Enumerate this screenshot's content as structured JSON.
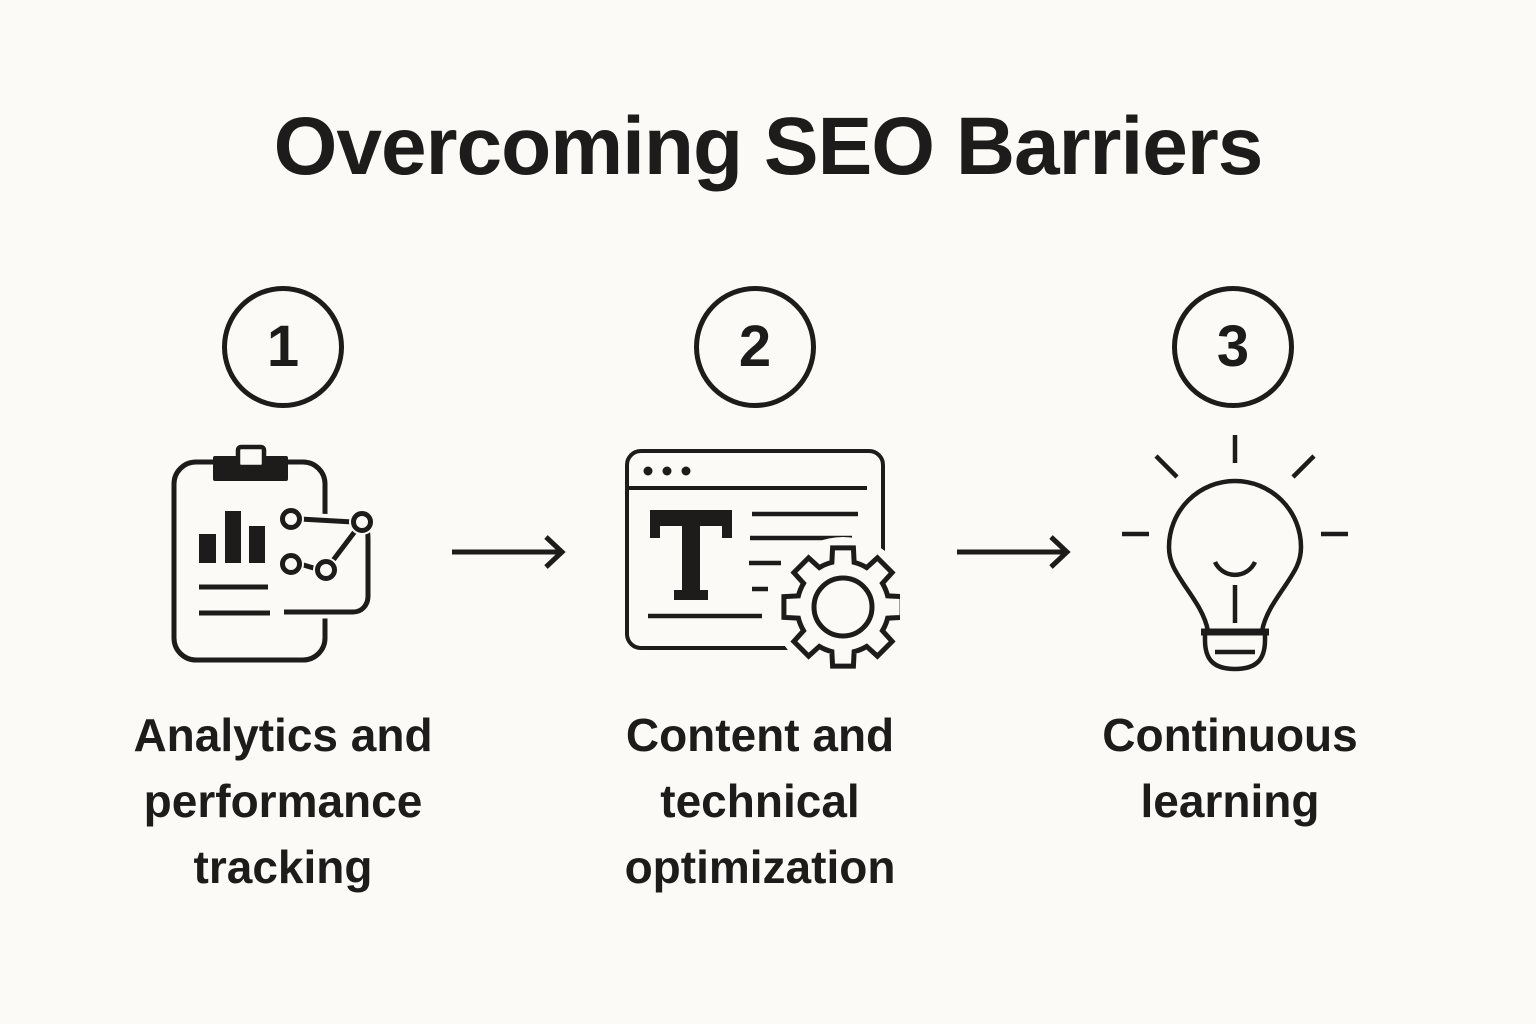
{
  "title": "Overcoming SEO Barriers",
  "colors": {
    "background": "#fbfaf6",
    "ink": "#1d1c1a"
  },
  "steps": [
    {
      "number": "1",
      "icon": "clipboard-analytics-icon",
      "label": "Analytics and\nperformance\ntracking"
    },
    {
      "number": "2",
      "icon": "browser-content-gear-icon",
      "label": "Content and\ntechnical\noptimization"
    },
    {
      "number": "3",
      "icon": "lightbulb-icon",
      "label": "Continuous\nlearning"
    }
  ],
  "arrows": [
    "arrow-right",
    "arrow-right"
  ]
}
